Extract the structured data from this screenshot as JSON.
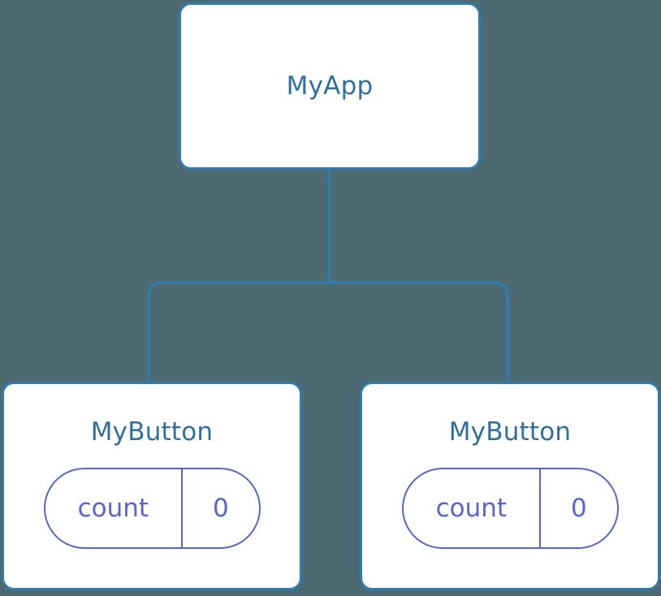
{
  "diagram": {
    "type": "component-tree",
    "background_color": "#4d6a72",
    "node_border_color": "#2f7cad",
    "node_fill_color": "#ffffff",
    "node_text_color": "#2f6f9e",
    "connector_color": "#2f7cad",
    "state_accent_color": "#5b63cf"
  },
  "root": {
    "label": "MyApp"
  },
  "children": [
    {
      "label": "MyButton",
      "state": {
        "key": "count",
        "value": "0"
      }
    },
    {
      "label": "MyButton",
      "state": {
        "key": "count",
        "value": "0"
      }
    }
  ]
}
